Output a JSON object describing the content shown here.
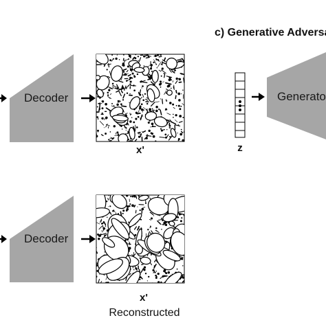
{
  "section_c": {
    "title": "c) Generative Adversa"
  },
  "top_row": {
    "decoder_label": "Decoder",
    "output_label": "x'"
  },
  "bottom_row": {
    "decoder_label": "Decoder",
    "output_label": "x'",
    "caption": "Reconstructed"
  },
  "gan": {
    "latent_label": "z",
    "generator_label": "Generato"
  },
  "colors": {
    "block_fill": "#a6a6a6",
    "arrow": "#000000",
    "text": "#111111"
  },
  "icons": {
    "arrow": "right-arrow-icon",
    "latent_vector": "latent-vector-icon",
    "microstructure": "microstructure-image"
  }
}
